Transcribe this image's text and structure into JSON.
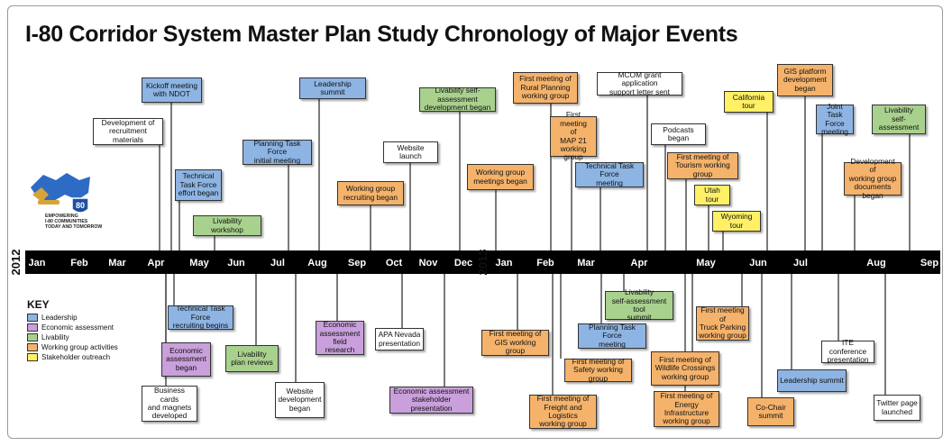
{
  "title": "I-80 Corridor System Master Plan Study Chronology of Major Events",
  "logo": {
    "badge": "80",
    "tagline": [
      "EMPOWERING",
      "I-80 COMMUNITIES",
      "TODAY AND TOMORROW"
    ]
  },
  "colors": {
    "leadership": "#8db4e3",
    "economic": "#c9a0dc",
    "livability": "#a9d18e",
    "working": "#f4b26b",
    "outreach": "#fff066",
    "none": "#ffffff",
    "band": "#000000"
  },
  "key": {
    "title": "KEY",
    "items": [
      {
        "label": "Leadership",
        "cat": "leadership"
      },
      {
        "label": "Economic assessment",
        "cat": "economic"
      },
      {
        "label": "Livability",
        "cat": "livability"
      },
      {
        "label": "Working group activities",
        "cat": "working"
      },
      {
        "label": "Stakeholder outreach",
        "cat": "outreach"
      }
    ]
  },
  "timeline": {
    "year1": "2012",
    "year2": "2013",
    "months1": [
      "Jan",
      "Feb",
      "Mar",
      "Apr",
      "May",
      "Jun",
      "Jul",
      "Aug",
      "Sep",
      "Oct",
      "Nov",
      "Dec"
    ],
    "months2": [
      "Jan",
      "Feb",
      "Mar",
      "Apr",
      "May",
      "Jun",
      "Jul",
      "Aug",
      "Sep"
    ]
  },
  "events": [
    {
      "text": "Kickoff meeting\nwith NDOT",
      "cat": "leadership"
    },
    {
      "text": "Development of\nrecruitment materials",
      "cat": "none"
    },
    {
      "text": "Technical\nTask Force\neffort began",
      "cat": "leadership"
    },
    {
      "text": "Livability workshop",
      "cat": "livability"
    },
    {
      "text": "Planning Task Force\ninitial meeting",
      "cat": "leadership"
    },
    {
      "text": "Leadership summit",
      "cat": "leadership"
    },
    {
      "text": "Working group\nrecruiting began",
      "cat": "working"
    },
    {
      "text": "Website launch",
      "cat": "none"
    },
    {
      "text": "Livability self-assessment\ndevelopment began",
      "cat": "livability"
    },
    {
      "text": "Working group\nmeetings began",
      "cat": "working"
    },
    {
      "text": "First meeting of\nRural Planning\nworking group",
      "cat": "working"
    },
    {
      "text": "First meeting\nof\nMAP 21\nworking group",
      "cat": "working"
    },
    {
      "text": "Technical Task Force\nmeeting",
      "cat": "leadership"
    },
    {
      "text": "MCOM grant application\nsupport letter sent",
      "cat": "none"
    },
    {
      "text": "Podcasts began",
      "cat": "none"
    },
    {
      "text": "First meeting of\nTourism working group",
      "cat": "working"
    },
    {
      "text": "Utah tour",
      "cat": "outreach"
    },
    {
      "text": "Wyoming tour",
      "cat": "outreach"
    },
    {
      "text": "California tour",
      "cat": "outreach"
    },
    {
      "text": "GIS platform\ndevelopment\nbegan",
      "cat": "working"
    },
    {
      "text": "Joint\nTask Force\nmeeting",
      "cat": "leadership"
    },
    {
      "text": "Development of\nworking group\ndocuments began",
      "cat": "working"
    },
    {
      "text": "Livability\nself-assessment",
      "cat": "livability"
    },
    {
      "text": "Technical Task Force\nrecruiting begins",
      "cat": "leadership"
    },
    {
      "text": "Economic\nassessment\nbegan",
      "cat": "economic"
    },
    {
      "text": "Business cards\nand magnets\ndeveloped",
      "cat": "none"
    },
    {
      "text": "Livability\nplan reviews",
      "cat": "livability"
    },
    {
      "text": "Website\ndevelopment\nbegan",
      "cat": "none"
    },
    {
      "text": "Economic\nassessment\nfield research",
      "cat": "economic"
    },
    {
      "text": "APA Nevada\npresentation",
      "cat": "none"
    },
    {
      "text": "Economic assessment\nstakeholder presentation",
      "cat": "economic"
    },
    {
      "text": "First meeting of\nGIS working group",
      "cat": "working"
    },
    {
      "text": "First meeting of\nFreight and Logistics\nworking group",
      "cat": "working"
    },
    {
      "text": "First meeting of\nSafety working group",
      "cat": "working"
    },
    {
      "text": "Planning Task Force\nmeeting",
      "cat": "leadership"
    },
    {
      "text": "Livability\nself-assessment tool\nsummit",
      "cat": "livability"
    },
    {
      "text": "First meeting of\nWildlife Crossings\nworking group",
      "cat": "working"
    },
    {
      "text": "First meeting of\nEnergy Infrastructure\nworking group",
      "cat": "working"
    },
    {
      "text": "First meeting of\nTruck Parking\nworking group",
      "cat": "working"
    },
    {
      "text": "Co-Chair\nsummit",
      "cat": "working"
    },
    {
      "text": "Leadership summit",
      "cat": "leadership"
    },
    {
      "text": "ITE conference\npresentation",
      "cat": "none"
    },
    {
      "text": "Twitter page\nlaunched",
      "cat": "none"
    }
  ]
}
